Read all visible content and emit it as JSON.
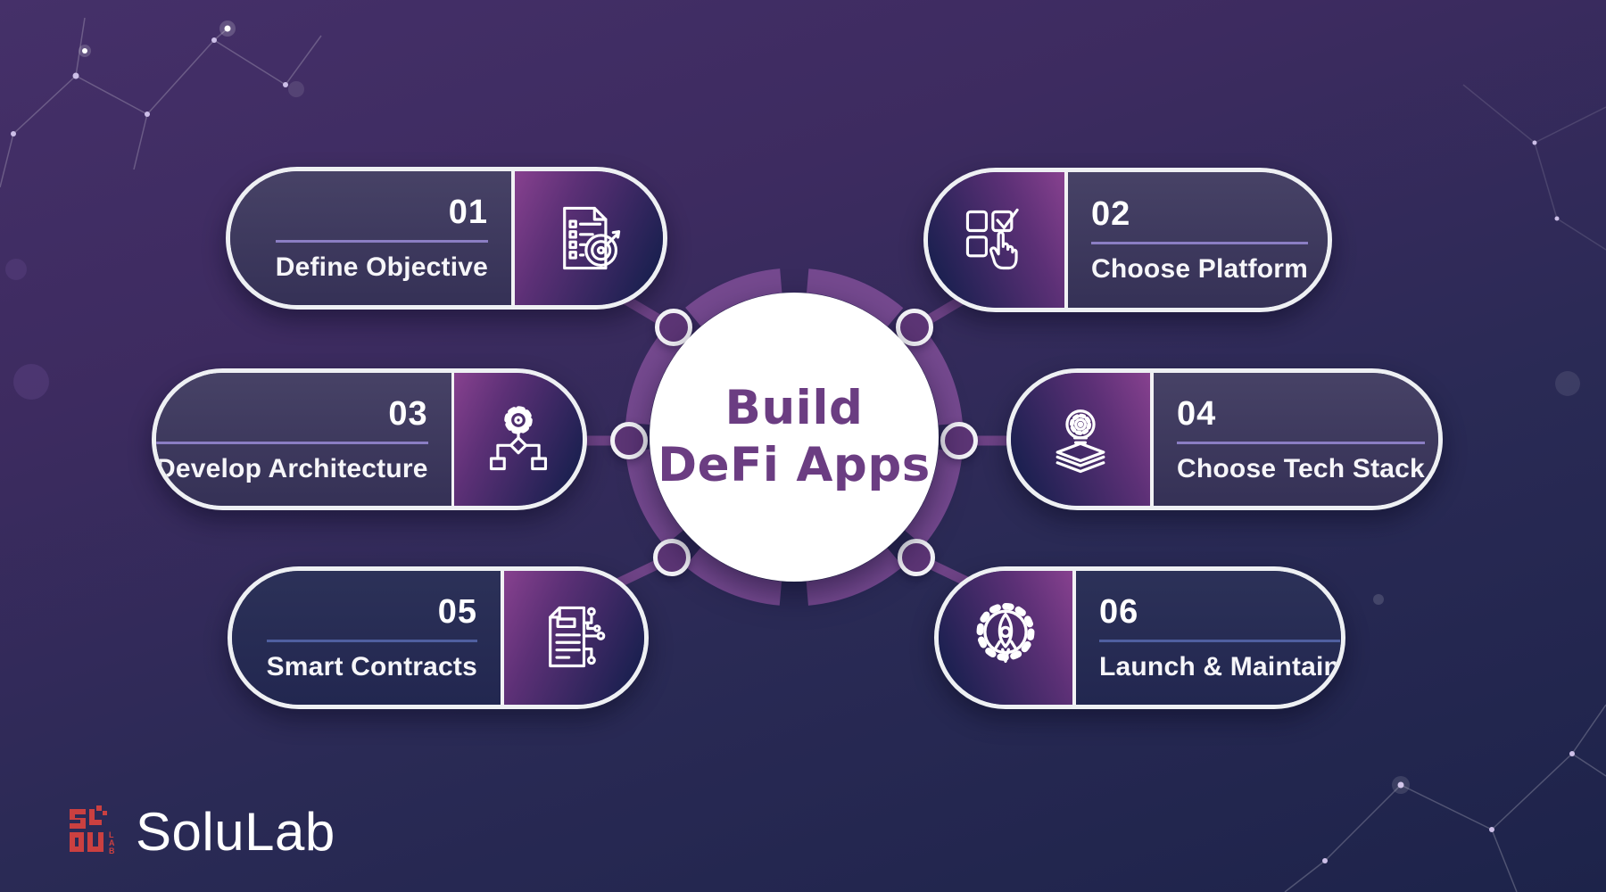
{
  "title": {
    "line1": "Build",
    "line2": "DeFi Apps"
  },
  "steps": [
    {
      "number": "01",
      "label": "Define Objective",
      "icon": "checklist-target",
      "side": "left"
    },
    {
      "number": "02",
      "label": "Choose Platform",
      "icon": "platform-select",
      "side": "right"
    },
    {
      "number": "03",
      "label": "Develop Architecture",
      "icon": "gear-flowchart",
      "side": "left"
    },
    {
      "number": "04",
      "label": "Choose Tech Stack",
      "icon": "tech-stack-layers",
      "side": "right"
    },
    {
      "number": "05",
      "label": "Smart Contracts",
      "icon": "contract-circuit",
      "side": "left"
    },
    {
      "number": "06",
      "label": "Launch & Maintain",
      "icon": "rocket-gear",
      "side": "right"
    }
  ],
  "logo": {
    "text": "SoluLab",
    "mark_text": "LAB"
  },
  "theme": {
    "bg-top": "#453069",
    "bg-bottom": "#1d234a",
    "ring": "#75498f",
    "connector": "#6e4386",
    "node-fill": "#5c3575",
    "title": "#6b3d82",
    "pill-border": "#eef0f3",
    "underline": "#8b7ec4",
    "underline-row3": "#4f5fa0",
    "icon-purple": "#87418f",
    "icon-mid": "#5c3076",
    "icon-navy": "#1b2050",
    "logo-red": "#cb4040"
  }
}
